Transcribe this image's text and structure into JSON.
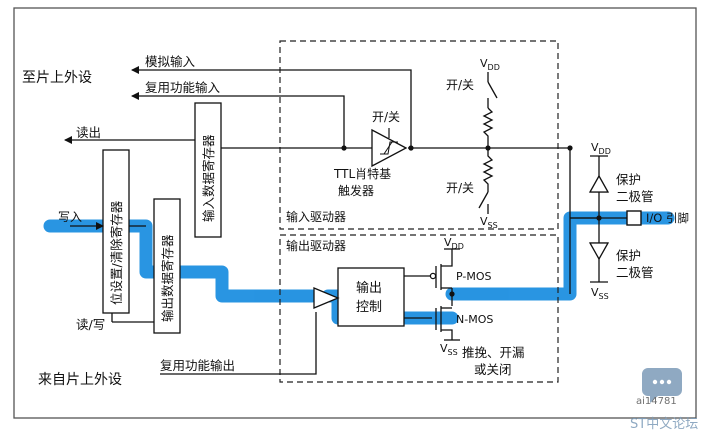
{
  "labels": {
    "to_peripheral": "至片上外设",
    "analog_input": "模拟输入",
    "alt_func_input": "复用功能输入",
    "read_out": "读出",
    "on_off_1": "开/关",
    "on_off_2": "开/关",
    "on_off_3": "开/关",
    "ttl_schmitt_1": "TTL肖特基",
    "ttl_schmitt_2": "触发器",
    "input_data_reg": "输入数据寄存器",
    "set_reset_reg": "位设置/清除寄存器",
    "output_data_reg": "输出数据寄存器",
    "write_in": "写入",
    "read_write": "读/写",
    "from_peripheral": "来自片上外设",
    "alt_func_output": "复用功能输出",
    "input_driver": "输入驱动器",
    "output_driver": "输出驱动器",
    "output_control_1": "输出",
    "output_control_2": "控制",
    "vdd_sub": "DD",
    "vss_sub": "SS",
    "v": "V",
    "pmos": "P-MOS",
    "nmos": "N-MOS",
    "push_pull_1": "推挽、开漏",
    "push_pull_2": "或关闭",
    "protect_1": "保护",
    "diode_1": "二极管",
    "protect_2": "保护",
    "diode_2": "二极管",
    "io_pin": "I/O 引脚",
    "watermark_id": "ai14781",
    "watermark_site": "ST中文论坛"
  },
  "colors": {
    "highlight": "#1d8fe0",
    "line": "#111111",
    "dash": "#222222",
    "frame": "#555555",
    "watermark": "#7c9bb8"
  }
}
